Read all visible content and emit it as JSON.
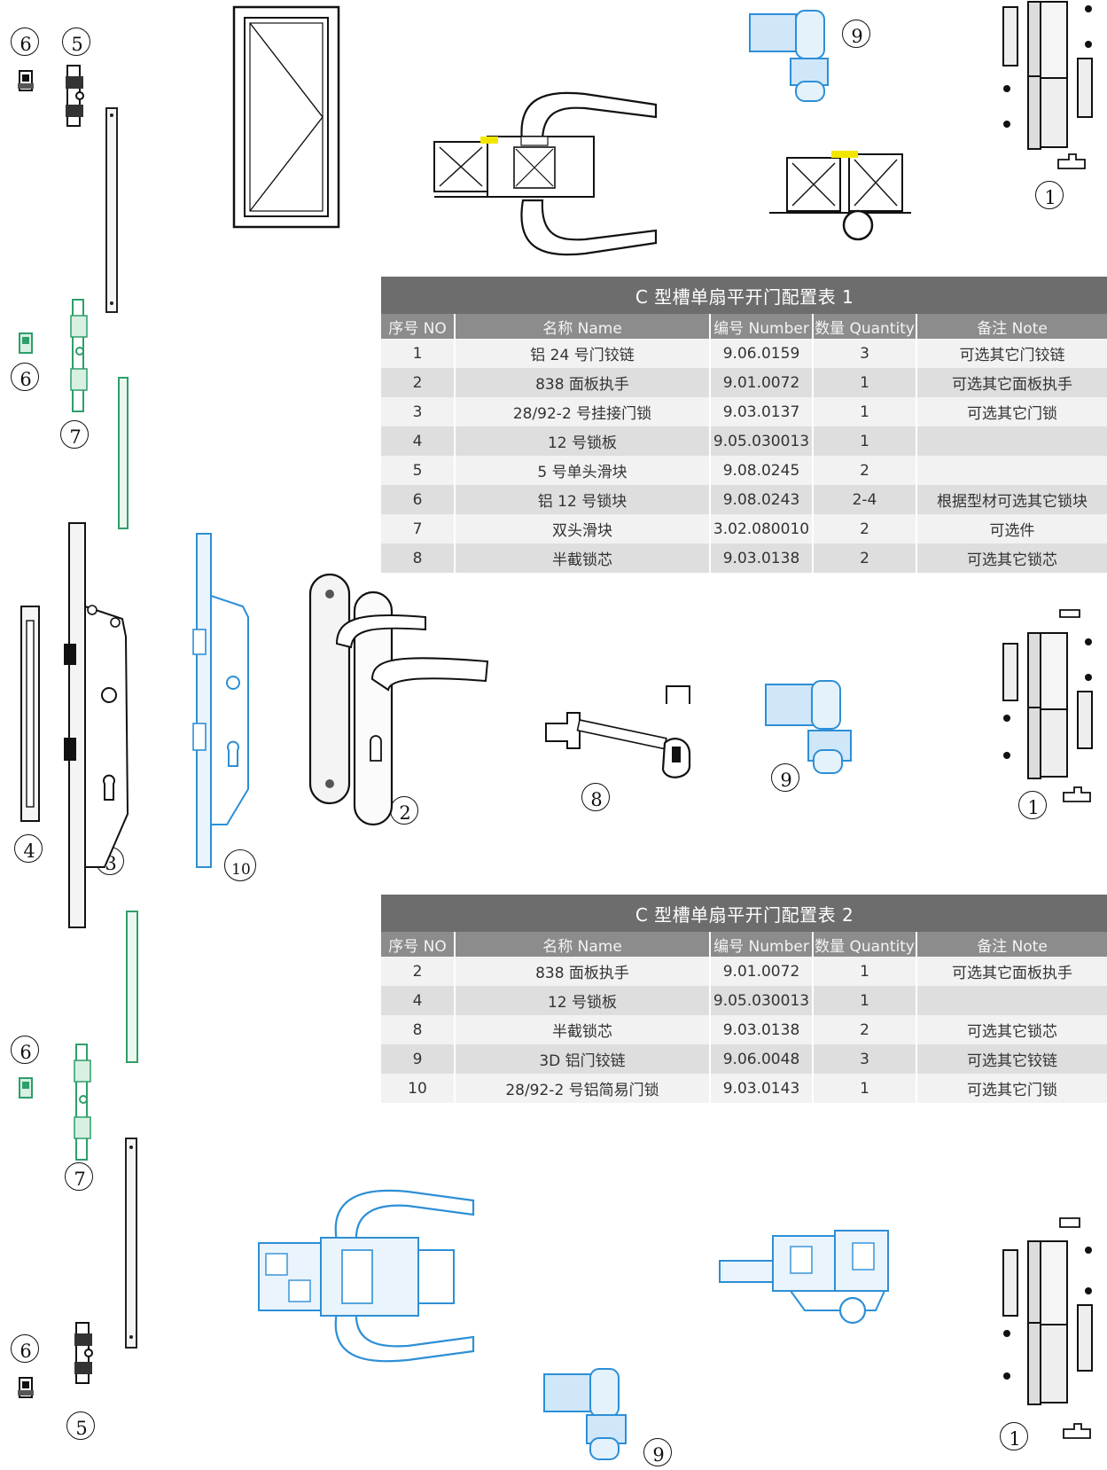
{
  "table1": {
    "title": "C 型槽单扇平开门配置表 1",
    "headers": [
      "序号 NO",
      "名称 Name",
      "编号 Number",
      "数量 Quantity",
      "备注 Note"
    ],
    "rows": [
      {
        "no": "1",
        "name": "铝 24 号门铰链",
        "number": "9.06.0159",
        "qty": "3",
        "note": "可选其它门铰链"
      },
      {
        "no": "2",
        "name": "838 面板执手",
        "number": "9.01.0072",
        "qty": "1",
        "note": "可选其它面板执手"
      },
      {
        "no": "3",
        "name": "28/92-2 号挂接门锁",
        "number": "9.03.0137",
        "qty": "1",
        "note": "可选其它门锁"
      },
      {
        "no": "4",
        "name": "12 号锁板",
        "number": "9.05.030013",
        "qty": "1",
        "note": ""
      },
      {
        "no": "5",
        "name": "5 号单头滑块",
        "number": "9.08.0245",
        "qty": "2",
        "note": ""
      },
      {
        "no": "6",
        "name": "铝 12 号锁块",
        "number": "9.08.0243",
        "qty": "2-4",
        "note": "根据型材可选其它锁块"
      },
      {
        "no": "7",
        "name": "双头滑块",
        "number": "3.02.080010",
        "qty": "2",
        "note": "可选件"
      },
      {
        "no": "8",
        "name": "半截锁芯",
        "number": "9.03.0138",
        "qty": "2",
        "note": "可选其它锁芯"
      }
    ]
  },
  "table2": {
    "title": "C 型槽单扇平开门配置表 2",
    "headers": [
      "序号 NO",
      "名称 Name",
      "编号 Number",
      "数量 Quantity",
      "备注 Note"
    ],
    "rows": [
      {
        "no": "2",
        "name": "838 面板执手",
        "number": "9.01.0072",
        "qty": "1",
        "note": "可选其它面板执手"
      },
      {
        "no": "4",
        "name": "12 号锁板",
        "number": "9.05.030013",
        "qty": "1",
        "note": ""
      },
      {
        "no": "8",
        "name": "半截锁芯",
        "number": "9.03.0138",
        "qty": "2",
        "note": "可选其它锁芯"
      },
      {
        "no": "9",
        "name": "3D 铝门铰链",
        "number": "9.06.0048",
        "qty": "3",
        "note": "可选其它铰链"
      },
      {
        "no": "10",
        "name": "28/92-2 号铝简易门锁",
        "number": "9.03.0143",
        "qty": "1",
        "note": "可选其它门锁"
      }
    ]
  },
  "callouts": {
    "c1": "1",
    "c2": "2",
    "c3": "3",
    "c4": "4",
    "c5": "5",
    "c6": "6",
    "c7": "7",
    "c8": "8",
    "c9": "9",
    "c10": "10"
  },
  "colors": {
    "line": "#1a1a1a",
    "green": "#2e9e6a",
    "blue": "#2d8fd6",
    "accent_yellow": "#f2e600",
    "table_title_bg": "#6d6d6d",
    "table_head_bg": "#8c8c8c"
  }
}
